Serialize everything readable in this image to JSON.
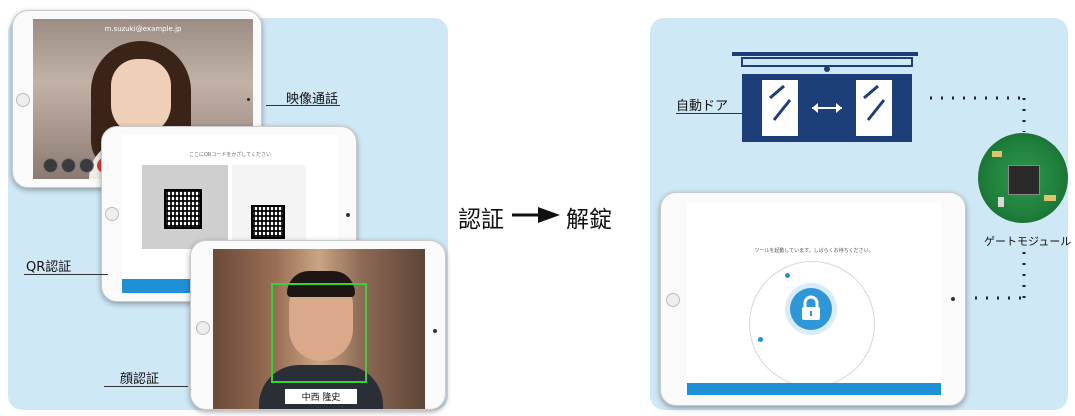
{
  "left": {
    "video_call_label": "映像通話",
    "qr_label": "QR認証",
    "face_label": "顔認証",
    "video_caller_email": "m.suzuki@example.jp",
    "qr_instruction": "ここにQRコードをかざしてください",
    "face_name": "中西 隆史"
  },
  "center": {
    "auth_text": "認証",
    "unlock_text": "解錠"
  },
  "right": {
    "auto_door_label": "自動ドア",
    "gate_module_label": "ゲートモジュール",
    "lock_instruction": "ツールを起動しています。しばらくお待ちください。"
  },
  "colors": {
    "panel_bg": "#cfe8f5",
    "accent_blue": "#1f8fd6",
    "door_navy": "#1c3f7a",
    "face_box": "#39d139",
    "pcb_green": "#1e7d3a"
  },
  "icons": [
    "arrow-right-icon",
    "lock-icon",
    "double-arrow-icon",
    "camera-icon",
    "end-call-icon"
  ]
}
